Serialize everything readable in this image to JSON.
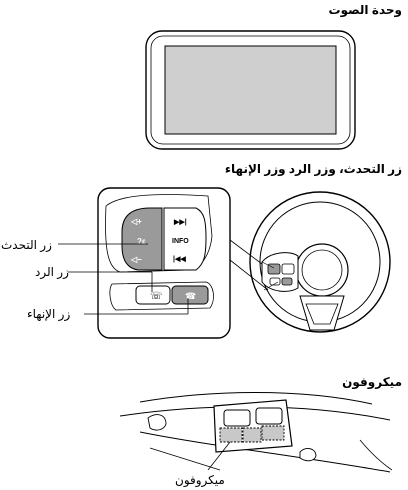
{
  "sections": {
    "audio_unit": {
      "heading": "وحدة الصوت"
    },
    "buttons": {
      "heading": "زر التحدث، وزر الرد وزر الإنهاء",
      "talk_label": "زر التحدث",
      "pickup_label": "زر الرد",
      "hangup_label": "زر الإنهاء"
    },
    "microphone": {
      "heading": "ميكروفون",
      "callout_label": "ميكروفون"
    }
  },
  "switch_glyphs": {
    "vol_up": "◁+",
    "vol_down": "◁−",
    "voice": "?ε",
    "info": "INFO",
    "seek_up": "▶▶|",
    "seek_down": "|◀◀"
  },
  "colors": {
    "line": "#000000",
    "screen_fill": "#cfcfcf",
    "button_fill": "#9a9a9a",
    "mic_fill": "#c8c8c8"
  }
}
